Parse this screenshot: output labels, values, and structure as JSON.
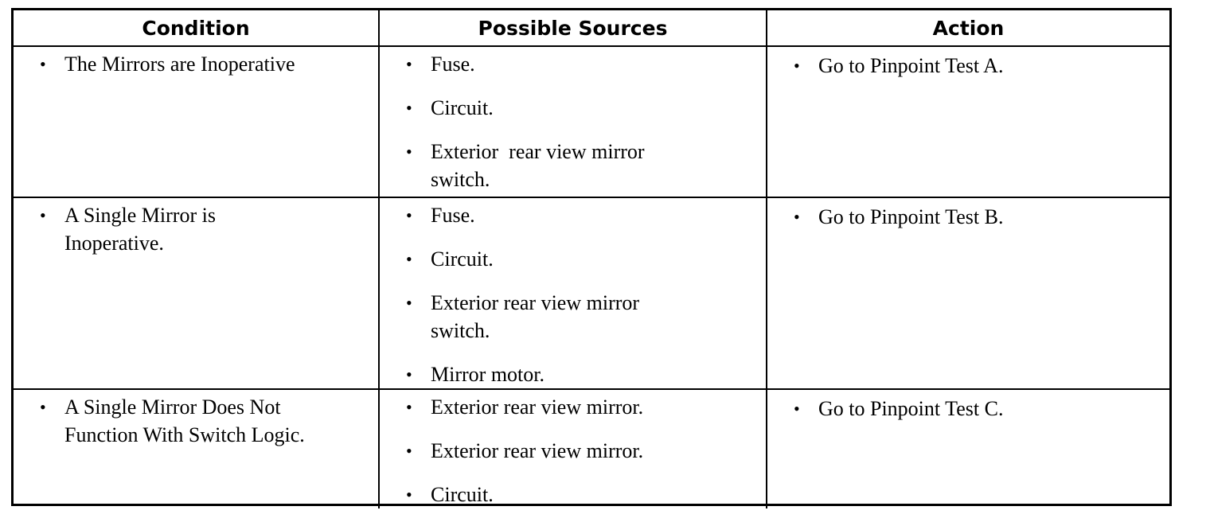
{
  "headers": {
    "condition": "Condition",
    "sources": "Possible Sources",
    "action": "Action"
  },
  "bullet": "•",
  "rows": [
    {
      "condition": "The Mirrors are Inoperative",
      "sources": [
        "Fuse.",
        "Circuit.",
        "Exterior  rear view mirror switch."
      ],
      "action": "Go to Pinpoint Test A."
    },
    {
      "condition": "A Single Mirror is Inoperative.",
      "sources": [
        "Fuse.",
        "Circuit.",
        "Exterior rear view mirror switch.",
        "Mirror motor."
      ],
      "action": "Go to Pinpoint Test B."
    },
    {
      "condition": "A Single Mirror Does Not Function With Switch Logic.",
      "sources": [
        "Exterior rear view mirror.",
        "Exterior rear view mirror.",
        "Circuit."
      ],
      "action": "Go to Pinpoint Test C."
    }
  ]
}
